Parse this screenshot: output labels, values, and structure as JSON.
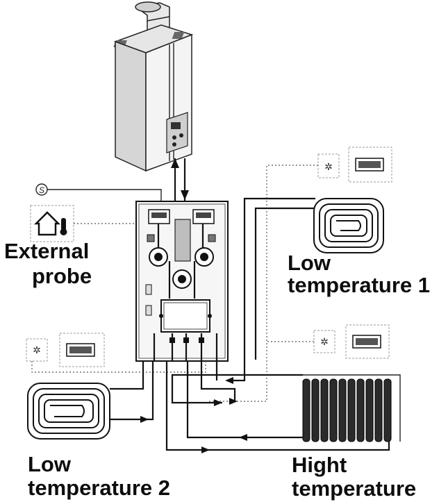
{
  "labels": {
    "external_probe_line1": "External",
    "external_probe_line2": "probe",
    "low_temp_1_line1": "Low",
    "low_temp_1_line2": "temperature 1",
    "low_temp_2_line1": "Low",
    "low_temp_2_line2": "temperature 2",
    "high_temp_line1": "Hight",
    "high_temp_line2": "temperature"
  },
  "sensor_symbol": "S",
  "colors": {
    "line": "#111111",
    "boiler_body": "#f2f2f2",
    "text": "#0d0d0d"
  }
}
